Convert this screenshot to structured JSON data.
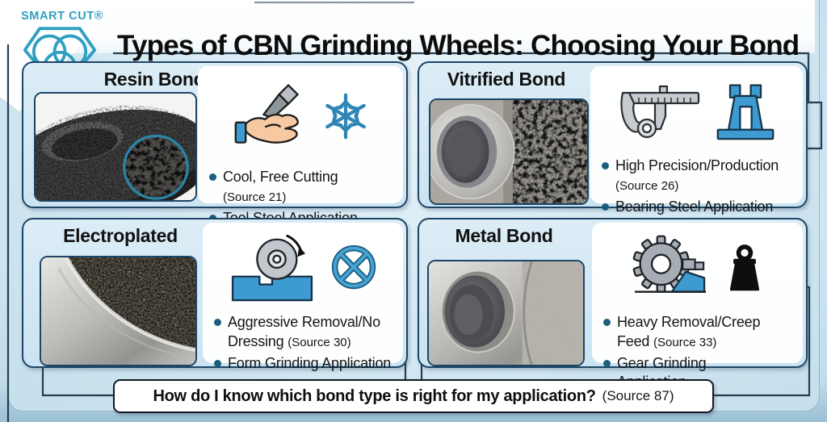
{
  "logo": {
    "brand": "SMART CUT®"
  },
  "title": "Types of CBN Grinding Wheels: Choosing Your Bond",
  "cards": [
    {
      "title": "Resin Bond",
      "photo": "resin-bond-wheel-photo",
      "icons": [
        "hand-holding-cutter-icon",
        "snowflake-icon"
      ],
      "bullets": [
        {
          "text": "Cool, Free Cutting",
          "source": "(Source 21)"
        },
        {
          "text": "Tool Steel Application"
        }
      ]
    },
    {
      "title": "Vitrified Bond",
      "photo": "vitrified-bond-wheel-photo",
      "icons": [
        "caliper-icon",
        "machine-stand-icon"
      ],
      "bullets": [
        {
          "text": "High Precision/Production",
          "source": "(Source 26)"
        },
        {
          "text": "Bearing Steel Application"
        }
      ]
    },
    {
      "title": "Electroplated",
      "photo": "electroplated-wheel-photo",
      "icons": [
        "surface-grinding-icon",
        "no-dressing-icon"
      ],
      "bullets": [
        {
          "text": "Aggressive Removal/No Dressing",
          "source": "(Source 30)"
        },
        {
          "text": "Form Grinding Application"
        }
      ]
    },
    {
      "title": "Metal Bond",
      "photo": "metal-bond-wheel-photo",
      "icons": [
        "gear-icon",
        "heavy-weight-icon"
      ],
      "bullets": [
        {
          "text": "Heavy Removal/Creep Feed",
          "source": "(Source 33)"
        },
        {
          "text": "Gear Grinding Application"
        }
      ]
    }
  ],
  "footer": {
    "question": "How do I know which bond type is right for my application?",
    "source": "(Source 87)"
  },
  "colors": {
    "accent_teal": "#2f9fc1",
    "icon_blue": "#3d9bd1",
    "card_border": "#1d4566",
    "bullet_dot": "#1b5e7d",
    "background_blue": "#cfe6f2"
  }
}
